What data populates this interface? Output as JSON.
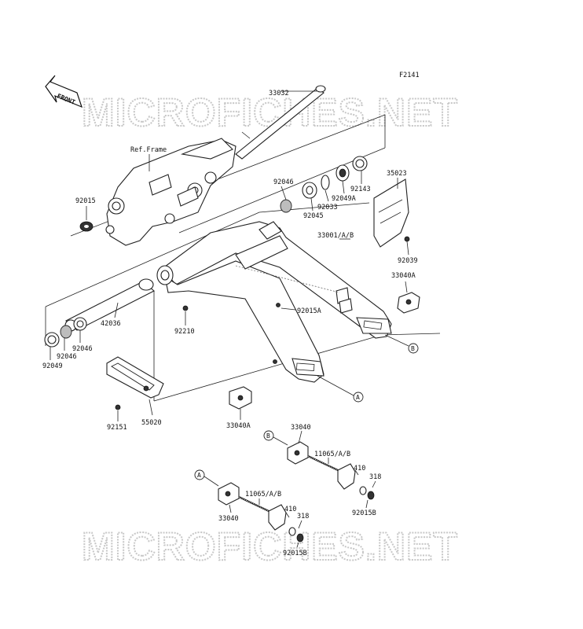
{
  "figure_id": "F2141",
  "watermark": "MICROFICHES.NET",
  "front_arrow": "FRONT",
  "ref_frame_label": "Ref.Frame",
  "callouts": {
    "a": "A",
    "b": "B"
  },
  "parts": [
    {
      "key": "p33032",
      "label": "33032"
    },
    {
      "key": "p92015",
      "label": "92015"
    },
    {
      "key": "p92046_top",
      "label": "92046"
    },
    {
      "key": "p92045",
      "label": "92045"
    },
    {
      "key": "p92033",
      "label": "92033"
    },
    {
      "key": "p92049A",
      "label": "92049A"
    },
    {
      "key": "p92143",
      "label": "92143"
    },
    {
      "key": "p35023",
      "label": "35023"
    },
    {
      "key": "p33001",
      "label": "33001/A/B"
    },
    {
      "key": "p92039",
      "label": "92039"
    },
    {
      "key": "p33040A_r",
      "label": "33040A"
    },
    {
      "key": "p92015A",
      "label": "92015A"
    },
    {
      "key": "p42036",
      "label": "42036"
    },
    {
      "key": "p92210",
      "label": "92210"
    },
    {
      "key": "p92046_l1",
      "label": "92046"
    },
    {
      "key": "p92046_l2",
      "label": "92046"
    },
    {
      "key": "p92049",
      "label": "92049"
    },
    {
      "key": "p55020",
      "label": "55020"
    },
    {
      "key": "p92151",
      "label": "92151"
    },
    {
      "key": "p33040A_c",
      "label": "33040A"
    },
    {
      "key": "p33040_b",
      "label": "33040"
    },
    {
      "key": "p11065_b",
      "label": "11065/A/B"
    },
    {
      "key": "p410_b",
      "label": "410"
    },
    {
      "key": "p318_b",
      "label": "318"
    },
    {
      "key": "p92015B_b",
      "label": "92015B"
    },
    {
      "key": "p11065_a",
      "label": "11065/A/B"
    },
    {
      "key": "p410_a",
      "label": "410"
    },
    {
      "key": "p318_a",
      "label": "318"
    },
    {
      "key": "p33040_a",
      "label": "33040"
    },
    {
      "key": "p92015B_a",
      "label": "92015B"
    }
  ]
}
